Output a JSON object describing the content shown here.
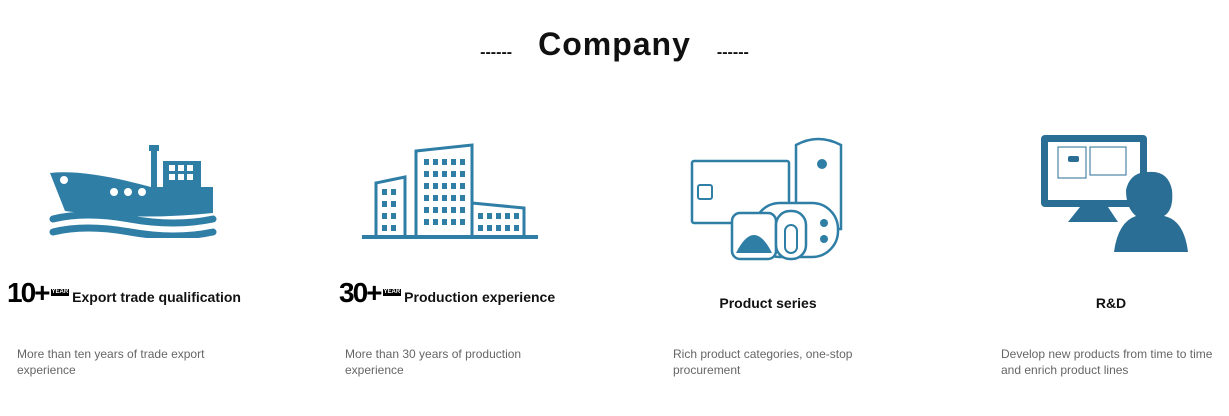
{
  "title": "Company",
  "left_dashes": "------",
  "right_dashes": "------",
  "colors": {
    "icon": "#2f7ea6",
    "icon_dark": "#2a6e96"
  },
  "items": [
    {
      "icon": "ship-icon",
      "number": "10+",
      "unit": "YEAR",
      "heading": "Export trade qualification",
      "description": "More than ten years of trade export experience"
    },
    {
      "icon": "buildings-icon",
      "number": "30+",
      "unit": "YEAR",
      "heading": "Production experience",
      "description": "More than 30 years of production experience"
    },
    {
      "icon": "water-heater-icon",
      "heading": "Product series",
      "description": "Rich product categories, one-stop procurement"
    },
    {
      "icon": "monitor-person-icon",
      "heading": "R&D",
      "description": "Develop new products from time to time and enrich product lines"
    }
  ]
}
